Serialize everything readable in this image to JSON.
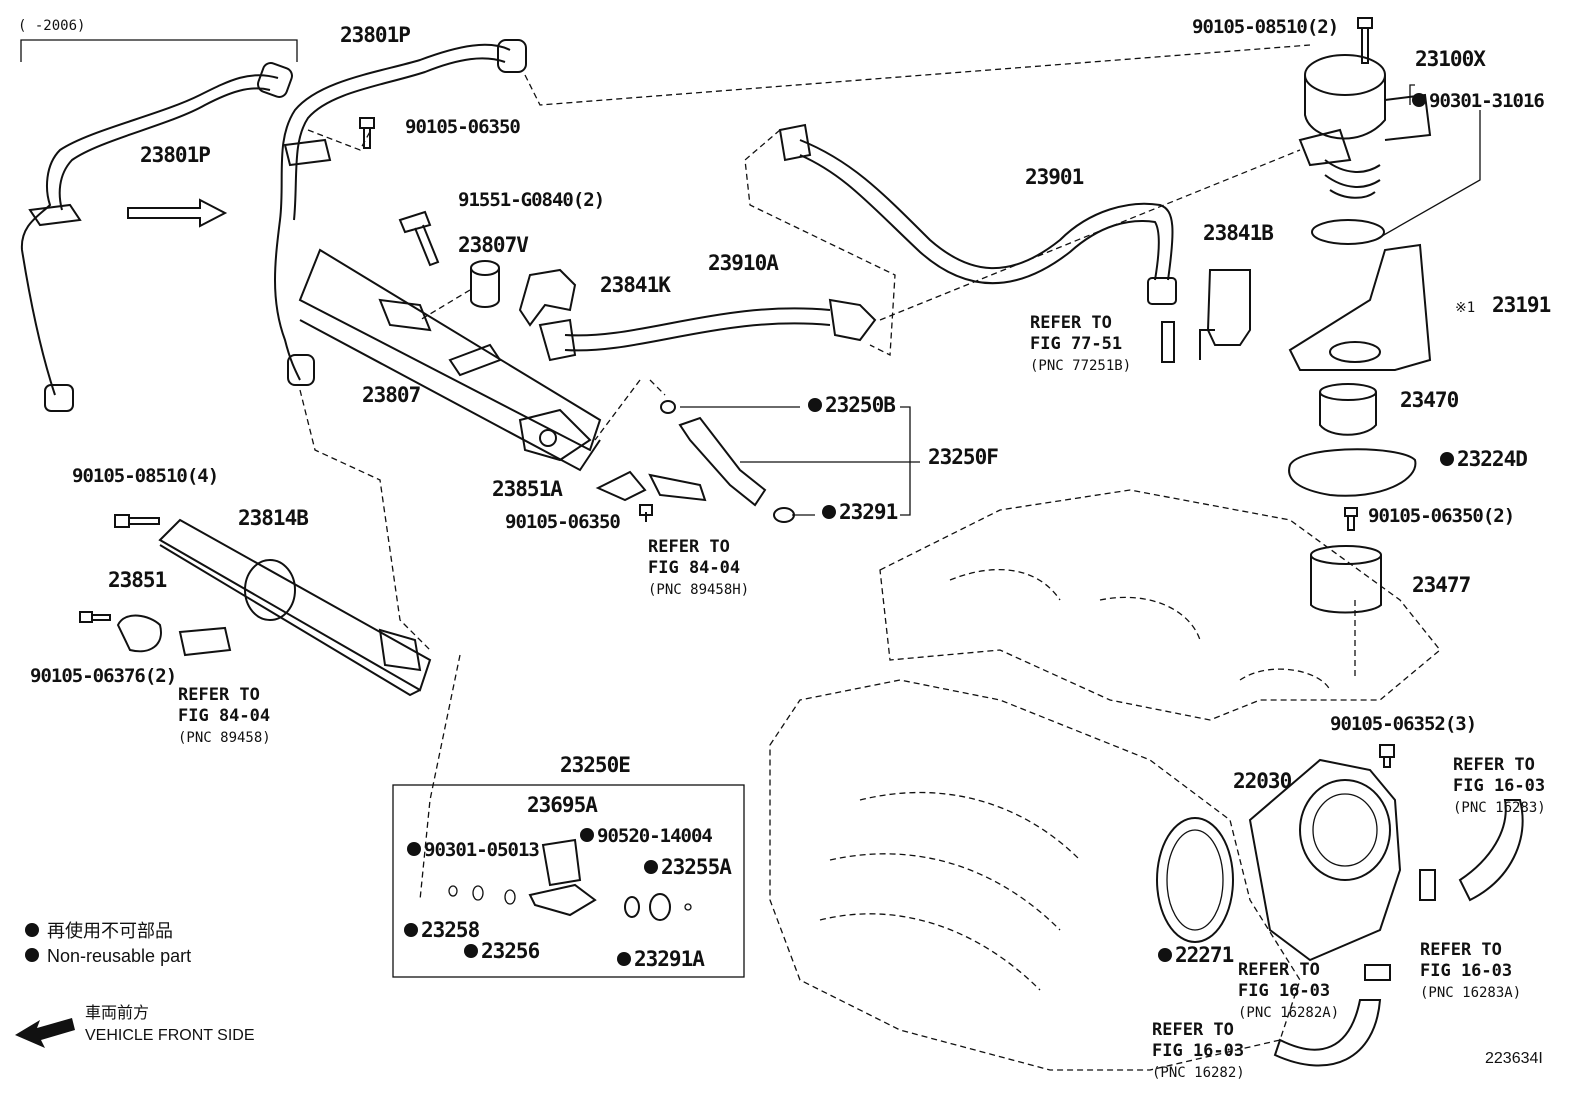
{
  "diagram": {
    "range_note": "(      -2006)",
    "part_labels": [
      "23801P",
      "23801P",
      "90105-06350",
      "91551-G0840(2)",
      "23807V",
      "23841K",
      "23910A",
      "23807",
      "23901",
      "90105-08510(2)",
      "23100X",
      "90301-31016",
      "23841B",
      "23191",
      "23470",
      "23224D",
      "90105-06350(2)",
      "23477",
      "23250B",
      "23250F",
      "23291",
      "23851A",
      "90105-06350",
      "90105-08510(4)",
      "23814B",
      "23851",
      "90105-06376(2)",
      "23250E",
      "23695A",
      "90520-14004",
      "90301-05013",
      "23255A",
      "23258",
      "23256",
      "23291A",
      "90105-06352(3)",
      "22030",
      "22271"
    ],
    "non_reusable": [
      "90301-31016",
      "23224D",
      "23250B",
      "23291",
      "90520-14004",
      "90301-05013",
      "23255A",
      "23258",
      "23256",
      "23291A",
      "22271"
    ],
    "mark_23191": "※1",
    "references": [
      {
        "line1": "REFER TO",
        "line2": "FIG 77-51",
        "line3": "(PNC 77251B)"
      },
      {
        "line1": "REFER TO",
        "line2": "FIG 84-04",
        "line3": "(PNC 89458H)"
      },
      {
        "line1": "REFER TO",
        "line2": "FIG 84-04",
        "line3": "(PNC 89458)"
      },
      {
        "line1": "REFER TO",
        "line2": "FIG 16-03",
        "line3": "(PNC 16283)"
      },
      {
        "line1": "REFER TO",
        "line2": "FIG 16-03",
        "line3": "(PNC 16283A)"
      },
      {
        "line1": "REFER TO",
        "line2": "FIG 16-03",
        "line3": "(PNC 16282A)"
      },
      {
        "line1": "REFER TO",
        "line2": "FIG 16-03",
        "line3": "(PNC 16282)"
      }
    ],
    "legend": {
      "non_reusable_jp": "再使用不可部品",
      "non_reusable_en": "Non-reusable part",
      "front_jp": "車両前方",
      "front_en": "VEHICLE FRONT SIDE"
    },
    "figure_id": "223634I"
  }
}
